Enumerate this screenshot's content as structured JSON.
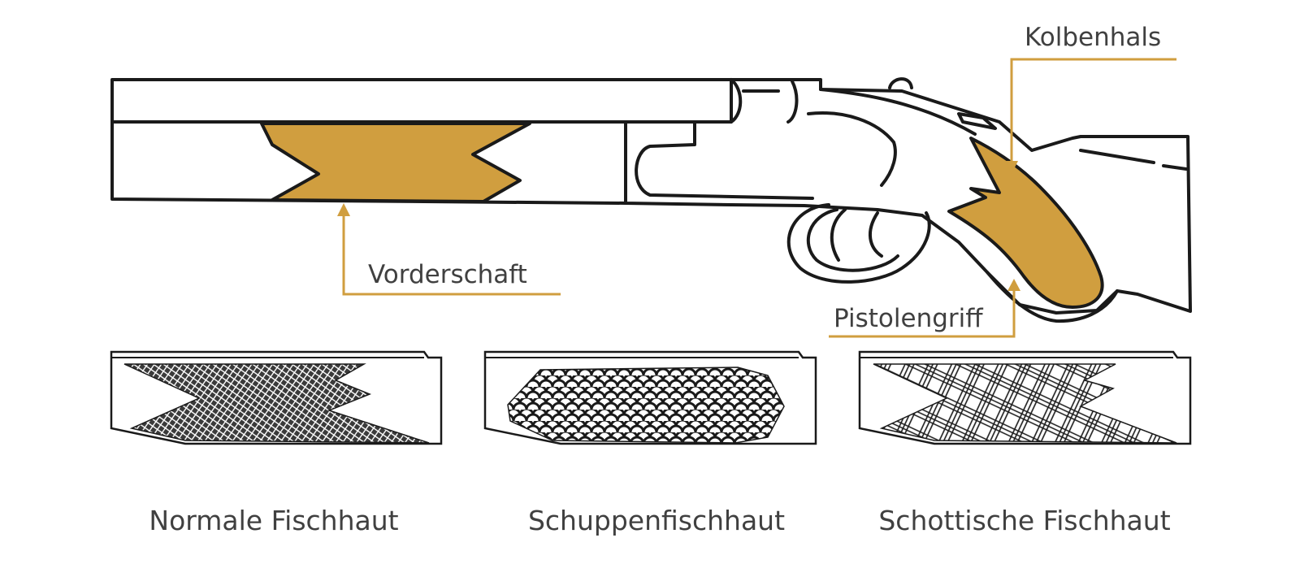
{
  "colors": {
    "accent": "#D09E3F",
    "outline": "#1a1a1a",
    "label_text": "#404040",
    "background": "#ffffff"
  },
  "callouts": {
    "kolbenhals": "Kolbenhals",
    "vorderschaft": "Vorderschaft",
    "pistolengriff": "Pistolengriff"
  },
  "patterns": [
    {
      "label": "Normale Fischhaut",
      "icon": "fine-diamond-checkering"
    },
    {
      "label": "Schuppenfischhaut",
      "icon": "fish-scale-checkering"
    },
    {
      "label": "Schottische Fischhaut",
      "icon": "scottish-cross-checkering"
    }
  ]
}
